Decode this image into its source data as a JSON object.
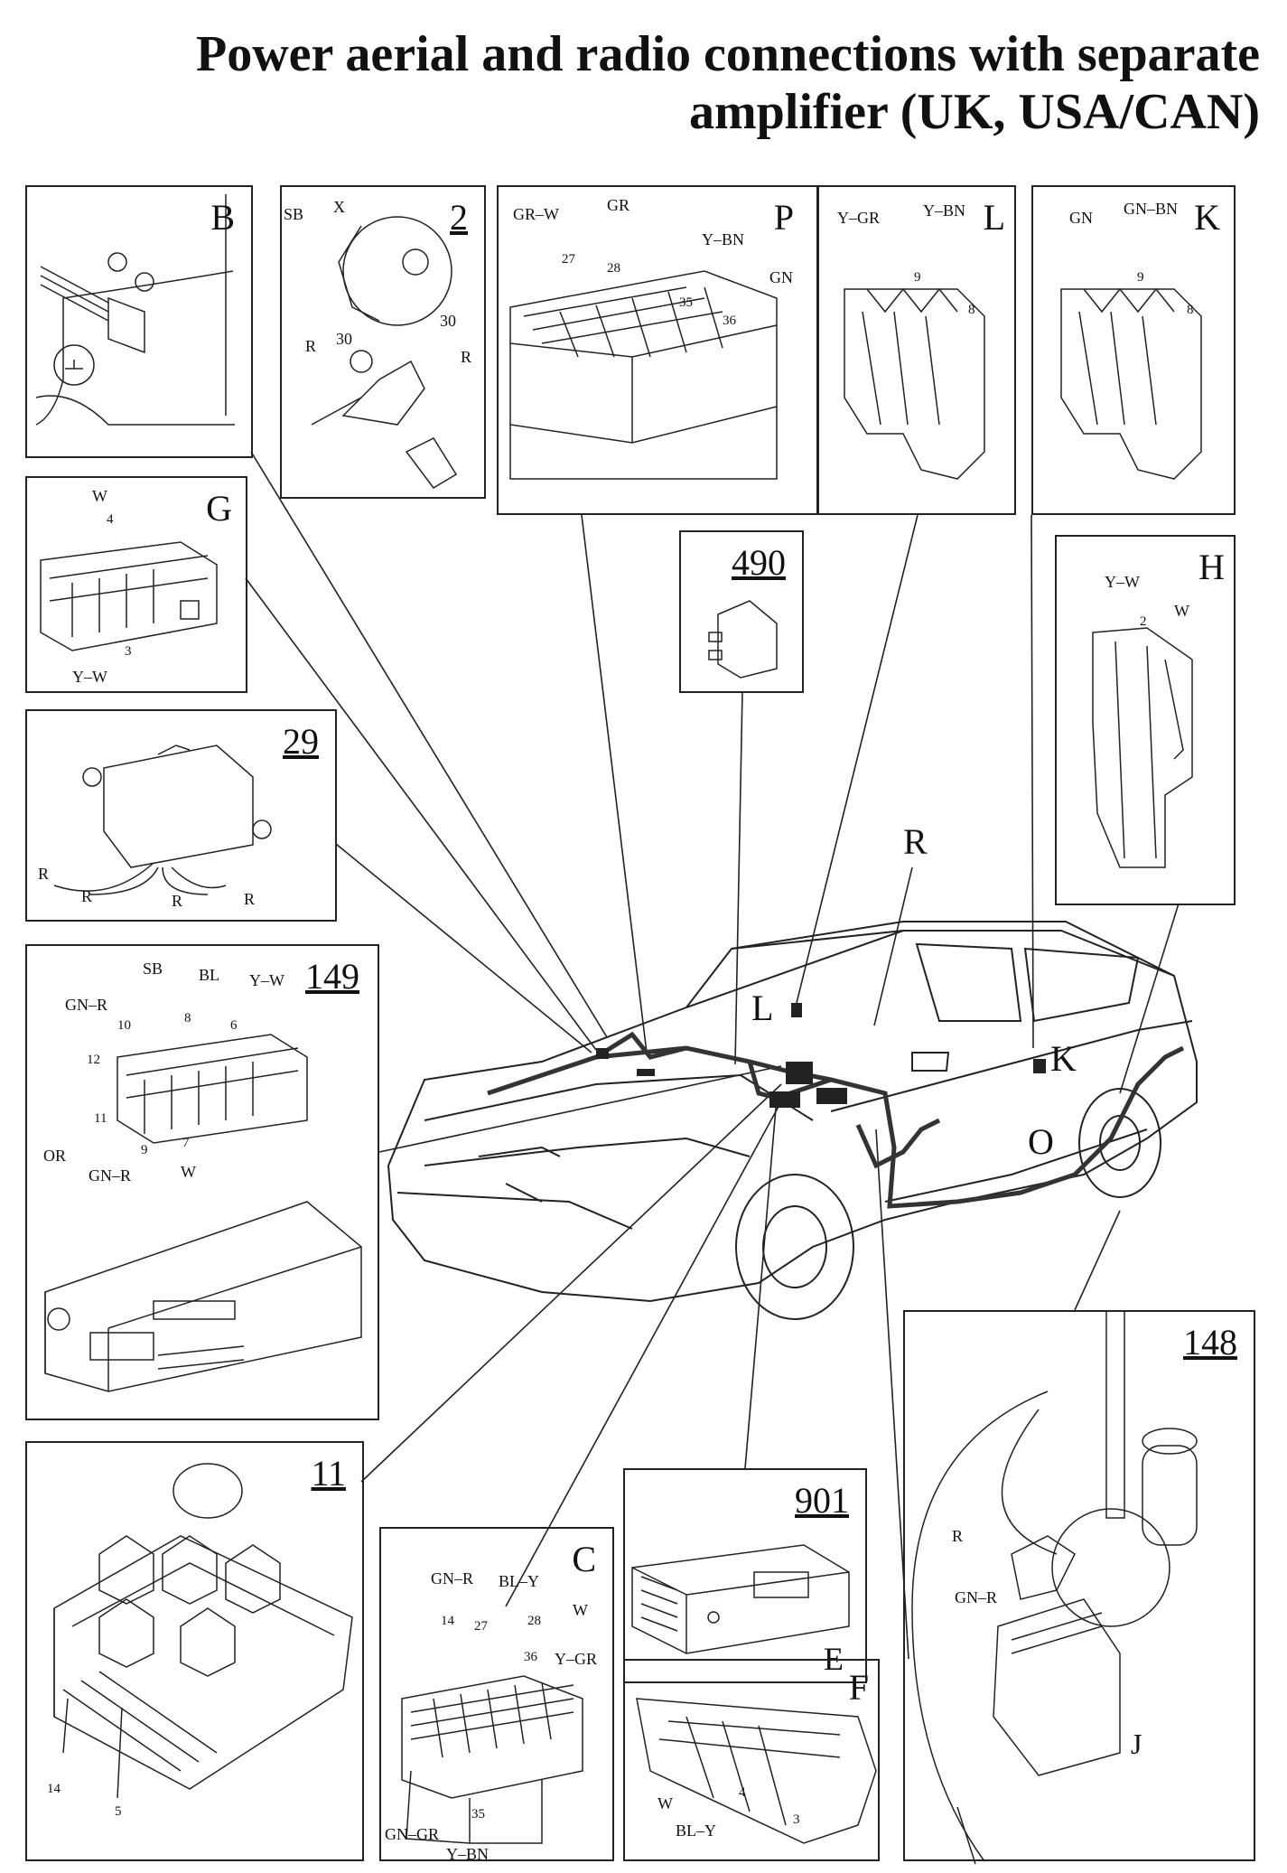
{
  "title": {
    "line1": "Power aerial and radio connections with separate",
    "line2": "amplifier (UK, USA/CAN)"
  },
  "panels": {
    "B": {
      "id": "B"
    },
    "p2": {
      "id": "2",
      "labels": {
        "sb": "SB",
        "x": "X",
        "r1": "R",
        "r2": "R",
        "n30a": "30",
        "n30b": "30"
      }
    },
    "P": {
      "id": "P",
      "labels": {
        "grw": "GR–W",
        "gr": "GR",
        "ybn": "Y–BN",
        "gn": "GN",
        "n27": "27",
        "n28": "28",
        "n35": "35",
        "n36": "36"
      }
    },
    "L": {
      "id": "L",
      "labels": {
        "ygr": "Y–GR",
        "ybn": "Y–BN",
        "n9": "9",
        "n8": "8"
      }
    },
    "K": {
      "id": "K",
      "labels": {
        "gn": "GN",
        "gnbn": "GN–BN",
        "n9": "9",
        "n8": "8"
      }
    },
    "G": {
      "id": "G",
      "labels": {
        "w": "W",
        "n4": "4",
        "n3": "3",
        "yw": "Y–W"
      }
    },
    "p490": {
      "id": "490"
    },
    "H": {
      "id": "H",
      "labels": {
        "yw": "Y–W",
        "w": "W",
        "n2": "2"
      }
    },
    "p29": {
      "id": "29",
      "labels": {
        "r1": "R",
        "r2": "R",
        "r3": "R",
        "r4": "R"
      }
    },
    "p149": {
      "id": "149",
      "labels": {
        "sb": "SB",
        "bl": "BL",
        "yw": "Y–W",
        "gnr1": "GN–R",
        "n10": "10",
        "n8": "8",
        "n6": "6",
        "n12": "12",
        "n11": "11",
        "or": "OR",
        "n9": "9",
        "n7": "7",
        "gnr2": "GN–R",
        "w": "W"
      }
    },
    "p11": {
      "id": "11",
      "labels": {
        "n14": "14",
        "n5": "5"
      }
    },
    "C": {
      "id": "C",
      "labels": {
        "gnr": "GN–R",
        "bly": "BL–Y",
        "w": "W",
        "n14": "14",
        "n27": "27",
        "n28": "28",
        "n36": "36",
        "ygr": "Y–GR",
        "n35": "35",
        "gngr": "GN–GR",
        "ybn": "Y–BN"
      }
    },
    "p901": {
      "id": "901",
      "labels": {
        "e": "E"
      }
    },
    "F": {
      "id": "F",
      "labels": {
        "w": "W",
        "n4": "4",
        "bly": "BL–Y",
        "n3": "3"
      }
    },
    "p148": {
      "id": "148",
      "labels": {
        "r": "R",
        "gnr": "GN–R",
        "j": "J"
      }
    }
  },
  "car_callouts": {
    "r": "R",
    "l": "L",
    "k": "K",
    "o": "O"
  }
}
